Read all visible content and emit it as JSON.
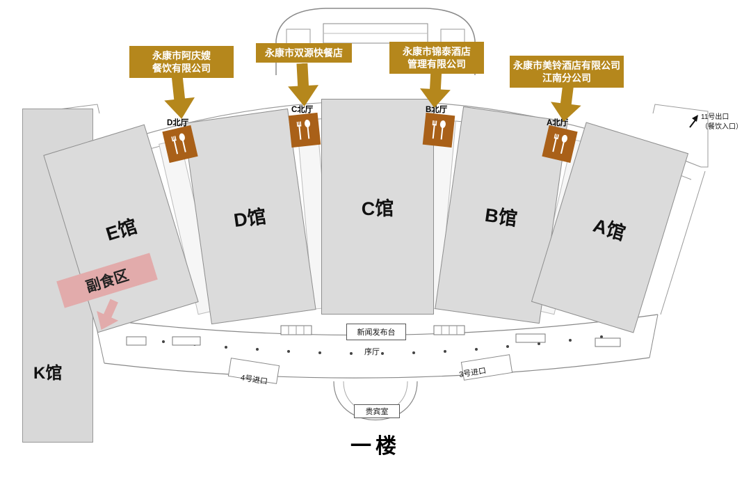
{
  "title": {
    "floor_label": "一楼"
  },
  "colors": {
    "callout_bg": "#B5871C",
    "entrance_bg": "#A96018",
    "hall_fill": "#DBDBDB",
    "food_area_bg": "#E2ABAB"
  },
  "callouts": [
    {
      "lines": [
        "永康市阿庆嫂",
        "餐饮有限公司"
      ]
    },
    {
      "lines": [
        "永康市双源快餐店"
      ]
    },
    {
      "lines": [
        "永康市锦泰酒店",
        "管理有限公司"
      ]
    },
    {
      "lines": [
        "永康市美铃酒店有限公司",
        "江南分公司"
      ]
    }
  ],
  "halls": [
    {
      "label": "E馆"
    },
    {
      "label": "D馆"
    },
    {
      "label": "C馆"
    },
    {
      "label": "B馆"
    },
    {
      "label": "A馆"
    },
    {
      "label": "K馆"
    }
  ],
  "north_entrances": [
    {
      "label": "D北厅"
    },
    {
      "label": "C北厅"
    },
    {
      "label": "B北厅"
    },
    {
      "label": "A北厅"
    }
  ],
  "areas": {
    "food_area": "副食区"
  },
  "facilities": {
    "press_desk": "新闻发布台",
    "foyer": "序厅",
    "vip_room": "贵宾室"
  },
  "gates": {
    "gate4": "4号进口",
    "gate3": "3号进口",
    "exit11_line1": "11号出口",
    "exit11_line2": "（餐饮入口）"
  }
}
